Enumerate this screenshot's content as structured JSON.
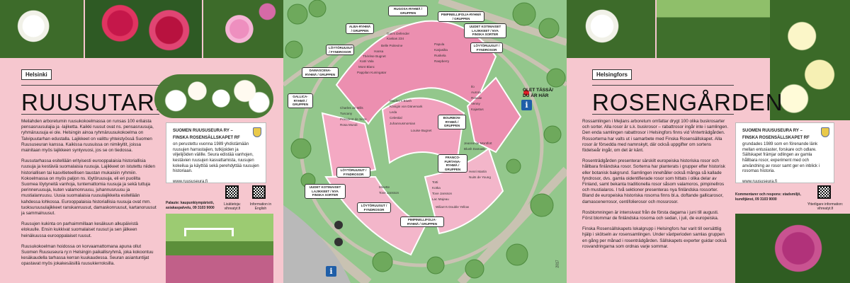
{
  "left": {
    "city": "Helsinki",
    "title": "RUUSUTARHA",
    "paragraphs": [
      "Meilahden arboretumin ruusukokoelmassa on runsas 100 erilaista pensasruusulajia ja -lajiketta. Kaikki ruusut ovat ns. pensasruusuja, ryhmäruusuja ei ole. Helsingin ainoa ryhmäruusukokoelma on Talvipuutarhan edustalla. Lajikkeet on valittu yhteistyössä Suomen Ruususeuran kanssa. Kaikissa ruusuissa on nimikyltit, joissa mainitaan myös lajikkeen syntyvuosi, jos se on tiedossa.",
      "Ruusutarhassa esitellään erityisesti eurooppalaisia historiallisia ruusuja ja kestäviä suomalaisia ruusuja. Lajikkeet on istutettu niiden historiallisen tai kasvitieteellisen taustan mukaisiin ryhmiin. Kokoelmassa on myös paljon ns. löytöruusuja, eli eri puolilta Suomea löytyneitä vanhoja, tuntemattomia ruusuja ja sekä tuttuja perinneruusuja, kuten valamonruusu, juhannusruusu ja mustialanruusu. Uusia suomalaisia ruusulajikkeita esitellään kahdessa lohkossa. Eurooppalaisia historiallisia ruusuja ovat mm. tuoksuruusulajikkeet ranskanruusut, damaskonruusut, kartanoruusut ja sammalruusut.",
      "Ruusujen kukinta on parhaimmillaan kesäkuun alkupäivistä elokuulle. Ensin kukkivat suomalaiset ruusut ja sen jälkeen heinäkuussa eurooppalaiset ruusut.",
      "Ruusukokoelman hoidossa on korvaamattomana apuna ollut Suomen Ruususeura ry:n Helsingin paikallisryhmä, joka kokoontuu kesäkaudella tarhassa kerran kuukaudessa. Seuran asiantuntijat opastavat myös jokakesäisillä ruusukierroksilla."
    ],
    "society": {
      "name": "SUOMEN RUUSUSEURA RY –",
      "name2": "FINSKA ROSENSÄLLSKAPET RF",
      "text": "on perustettu vuonna 1989 yhdistämään ruusujen harrastajien, tutkijoiden ja viljelijöiden välille. Seura edistää vanhojen, kestävien ruusujen kasvattamista, ruusujen kokeilua ja käyttöä sekä perehdyttää ruusujen historiaan.",
      "url": "www.ruususeura.fi"
    },
    "feedback": "Palaute: kaupunkiympäristö, asiakaspalvelu, 09 3103 9000",
    "qr1_label": "Lisätietoja: vihreatyt.fi",
    "qr2_label": "Information in English"
  },
  "map": {
    "groups": [
      "RUGOSA-RYHMÄ / GRUPPEN",
      "PIMPINELLIFOLIA-RYHMÄ / GRUPPEN",
      "UUDET KOTIMAISET LAJIKKEET / NYA FINSKA SORTER",
      "ALBA-RYHMÄ / GRUPPEN",
      "LÖYTÖRUUSUT / FYNDROSOR",
      "DAMASCENA-RYHMÄ / GRUPPEN",
      "GALLICA-RYHMÄ / GRUPPEN",
      "BOURBON-RYHMÄ / GRUPPEN",
      "FRANCO-FURTANA-RYHMÄ / GRUPPEN",
      "LÖYTÖRUUSUT / FYNDROSOR",
      "UUDET KOTIMAISET LAJIKKEET / NYA FINSKA SORTER",
      "LÖYTÖRUUSUT / FYNDROSOR",
      "PIMPINELLIFOLIA-RYHMÄ / GRUPPEN",
      "LÖYTÖRUUSUT / FYNDROSOR"
    ],
    "here": "OLET TÄSSÄ/ DU ÄR HÄR",
    "year": "2017",
    "varieties": [
      "Dart's Defender",
      "Kaskas 234",
      "Belle Poitevine",
      "Hansa",
      "Thérèse Bugnet",
      "Katri Vala",
      "Mont Blanc",
      "Pappilan Kuningatar",
      "Papula",
      "Karjasilta",
      "Ruskela",
      "Raspberry",
      "Charles de Mills",
      "Tuscany",
      "Président de Sèze",
      "Rosa Mundi",
      "Maiden's Blush",
      "Königin von Dänemark",
      "Leda",
      "Celestial",
      "Juhannusmorsian",
      "Ilo",
      "Aurora",
      "Rosalie",
      "Venny",
      "Kajastus",
      "Totti",
      "Kotka",
      "Tove Jansson",
      "Lac Majeau",
      "Henri Martin",
      "Nuits de Young",
      "Jeanne de Montfort",
      "Blush Damask",
      "Louise Bugnet",
      "Wiliam's Double Yellow",
      "Minette",
      "Tove Jansson"
    ]
  },
  "right": {
    "city": "Helsingfors",
    "title": "ROSENGÅRDEN",
    "paragraphs": [
      "Rossamlingen i Mejlans arboretum omfattar drygt 100 olika buskrosarter och sorter. Alla rosor är s.k. buskrosor – rabattrosor ingår inte i samlingen. Den enda samlingen rabattrosor i Helsingfors finns vid Vinterträdgården. Rossorterna har valts ut i samarbete med Finska Rosensällskapet. Alla rosor är försedda med namnskylt, där också uppgifter om sortens födelseår ingår, om det är känt.",
      "Rosenträdgården presenterar särskilt europeiska historiska rosor och hållbara finländska rosor. Sorterna har planterats i grupper efter historisk eller botanisk bakgrund. Samlingen innehåller också många så kallade fyndrosor, dvs. gamla oidentifierade rosor som hittats i olika delar av Finland, samt bekanta traditionella rosor såsom valamoros, pimpinellros och mustialaros. I två sektioner presenteras nya finländska rossorter. Bland de europeiska historiska rosorna finns bl.a. doftande gallicarosor, damascenerrosor, centifolierosor och mossrosor.",
      "Rosblomningen är intensivast från de första dagarna i juni till augusti. Först blommar de finländska rosorna och sedan, i juli, de europeiska.",
      "Finska Rosensällskapets lokalgrupp i Helsingfors har varit till oersättlig hjälp i skötseln av rosensamlingen. Under växtperioden samlas gruppen en gång per månad i rosenträdgården. Sällskapets experter guidar också rosvandringarna som ordnas varje sommar."
    ],
    "society": {
      "name": "SUOMEN RUUSUSEURA RY –",
      "name2": "FINSKA ROSENSÄLLSKAPET RF",
      "text": "grundades 1989 som en förenande länk mellan entusiaster, forskare och odlare. Sällskapet främjar odlingen av gamla hållbara rosor, experiment med och användning av rosor samt ger en inblick i rosornas historia.",
      "url": "www.ruususeura.fi"
    },
    "feedback": "Kommentarer och respons: stadsmiljö, kundtjänst, 09 3103 9000",
    "qr_label": "Ytterligare information: vihreatyt.fi"
  }
}
